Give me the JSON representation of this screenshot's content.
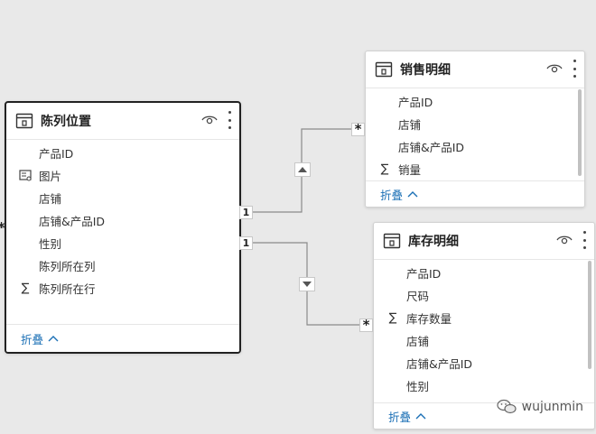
{
  "tables": {
    "display": {
      "title": "陈列位置",
      "fields": [
        "产品ID",
        "图片",
        "店铺",
        "店铺&产品ID",
        "性别",
        "陈列所在列",
        "陈列所在行"
      ],
      "collapse_label": "折叠"
    },
    "sales": {
      "title": "销售明细",
      "fields": [
        "产品ID",
        "店铺",
        "店铺&产品ID",
        "销量"
      ],
      "collapse_label": "折叠"
    },
    "inventory": {
      "title": "库存明细",
      "fields": [
        "产品ID",
        "尺码",
        "库存数量",
        "店铺",
        "店铺&产品ID",
        "性别"
      ],
      "collapse_label": "折叠"
    }
  },
  "relationships": {
    "one": "1",
    "many": "*"
  },
  "watermark": "wujunmin",
  "colors": {
    "canvas": "#e9e9e9",
    "link_blue": "#1a6fb5",
    "line_gray": "#8a8a8a"
  }
}
